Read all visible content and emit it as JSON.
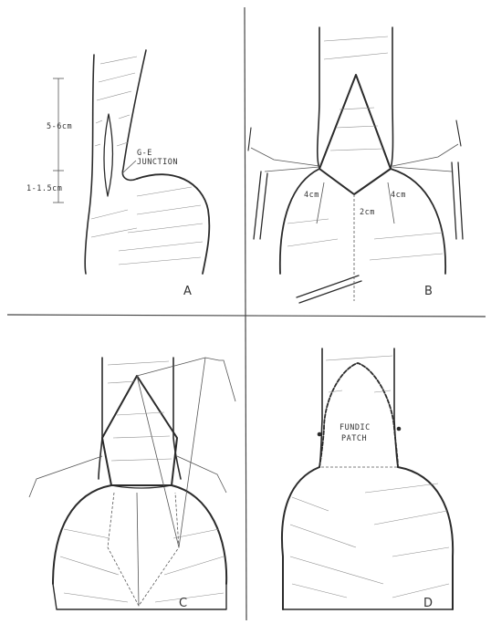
{
  "panels": [
    {
      "letter": "A",
      "labels": [
        "5-6cm",
        "G-E",
        "JUNCTION",
        "1-1.5cm"
      ]
    },
    {
      "letter": "B",
      "labels": [
        "4cm",
        "4cm",
        "2cm"
      ]
    },
    {
      "letter": "C",
      "labels": []
    },
    {
      "letter": "D",
      "labels": [
        "FUNDIC",
        "PATCH"
      ]
    }
  ]
}
